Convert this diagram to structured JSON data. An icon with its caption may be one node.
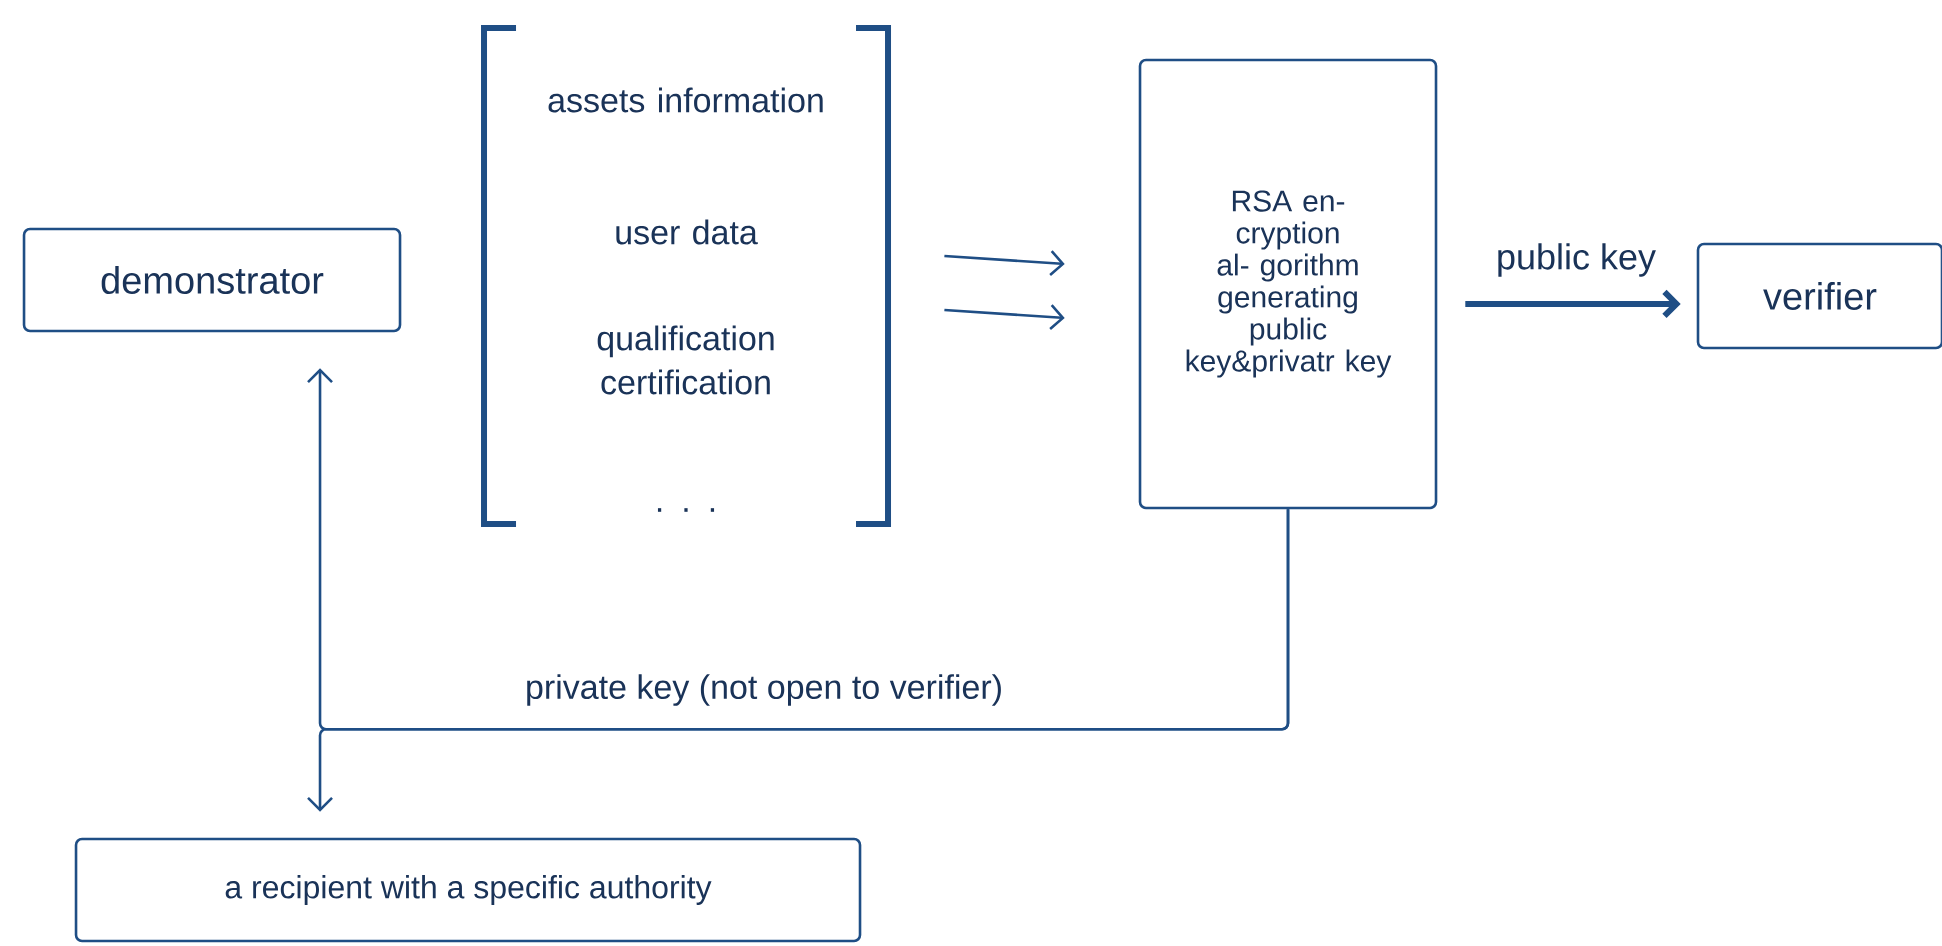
{
  "diagram": {
    "nodes": [
      {
        "text": [
          "demonstrator"
        ]
      },
      {
        "text": [
          "assets information",
          "user data",
          "qualification certification",
          ". . ."
        ]
      },
      {
        "text": [
          "RSA en- cryption al- gorithm generating public key&privatr key"
        ]
      },
      {
        "text": [
          "verifier"
        ]
      },
      {
        "text": [
          "a recipient with a specific authority"
        ]
      }
    ],
    "edges": [
      {
        "from": 1,
        "to": 2,
        "arrow": "to"
      },
      {
        "from": 2,
        "to": 3,
        "arrow": "to",
        "label": "public key",
        "style": "thick"
      },
      {
        "from": 2,
        "to": 0,
        "arrow": "to",
        "label": "private key (not open to verifier)"
      },
      {
        "from": 2,
        "to": 4,
        "arrow": "to"
      }
    ]
  }
}
